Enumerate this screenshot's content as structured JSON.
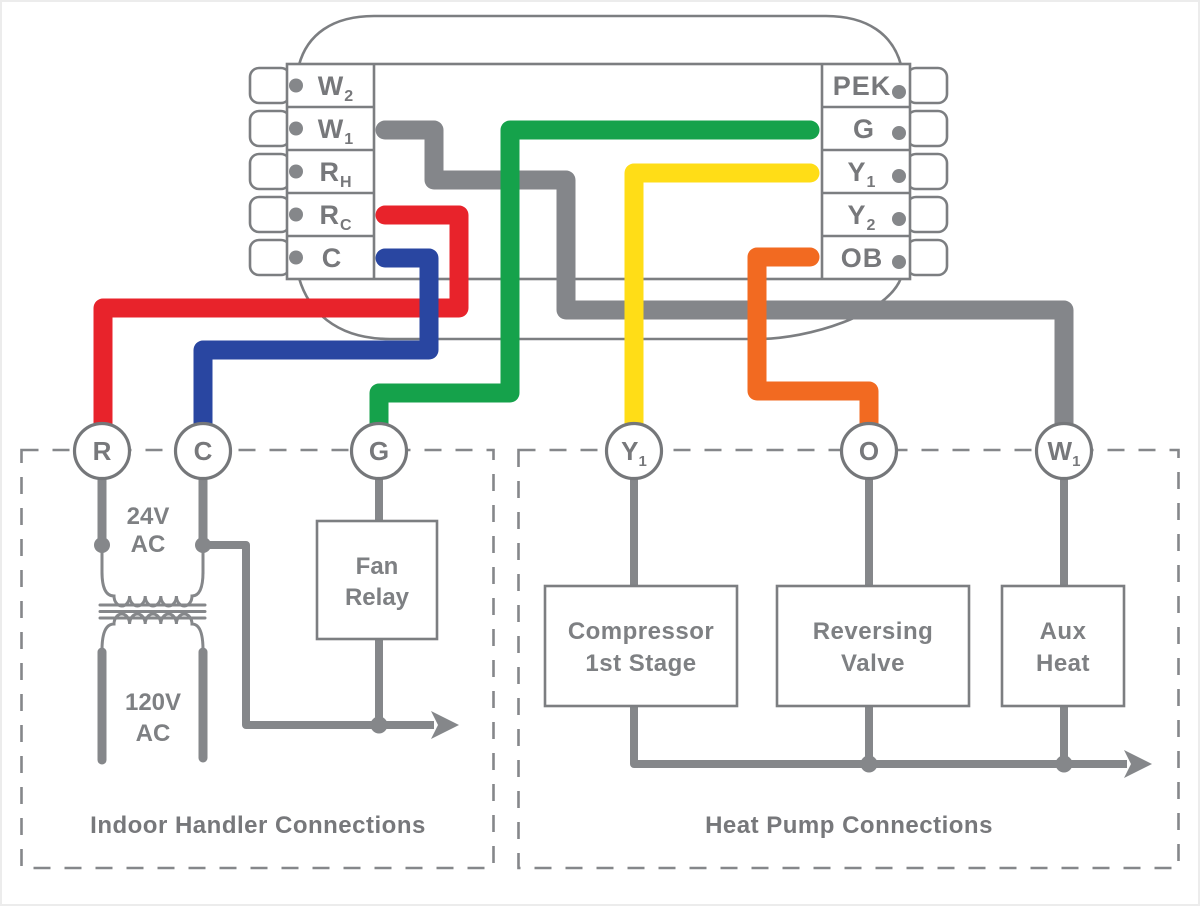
{
  "colors": {
    "red": "#e8232b",
    "blue": "#2946a1",
    "green": "#15a24b",
    "yellow": "#ffdd17",
    "orange": "#f26a21",
    "wire_gray": "#84868a",
    "outline_gray": "#7c7e81",
    "text_gray": "#77787b"
  },
  "thermostat": {
    "left_terminals": [
      {
        "main": "W",
        "sub": "2"
      },
      {
        "main": "W",
        "sub": "1"
      },
      {
        "main": "R",
        "sub": "H"
      },
      {
        "main": "R",
        "sub": "C"
      },
      {
        "main": "C",
        "sub": ""
      }
    ],
    "right_terminals": [
      {
        "main": "PEK",
        "sub": ""
      },
      {
        "main": "G",
        "sub": ""
      },
      {
        "main": "Y",
        "sub": "1"
      },
      {
        "main": "Y",
        "sub": "2"
      },
      {
        "main": "OB",
        "sub": ""
      }
    ]
  },
  "wires": [
    {
      "name": "red-wire",
      "color": "#e8232b",
      "from": "RC",
      "to": "R"
    },
    {
      "name": "blue-wire",
      "color": "#2946a1",
      "from": "C",
      "to": "C"
    },
    {
      "name": "gray-wire",
      "color": "#84868a",
      "from": "W1",
      "to": "W1"
    },
    {
      "name": "green-wire",
      "color": "#15a24b",
      "from": "G",
      "to": "G"
    },
    {
      "name": "yellow-wire",
      "color": "#ffdd17",
      "from": "Y1",
      "to": "Y1"
    },
    {
      "name": "orange-wire",
      "color": "#f26a21",
      "from": "OB",
      "to": "O"
    }
  ],
  "indoor": {
    "title": "Indoor Handler Connections",
    "terminals": [
      {
        "main": "R",
        "sub": ""
      },
      {
        "main": "C",
        "sub": ""
      },
      {
        "main": "G",
        "sub": ""
      }
    ],
    "transformer": {
      "primary_label": [
        "24V",
        "AC"
      ],
      "secondary_label": [
        "120V",
        "AC"
      ]
    },
    "fan_relay": [
      "Fan",
      "Relay"
    ]
  },
  "heat_pump": {
    "title": "Heat Pump Connections",
    "terminals": [
      {
        "main": "Y",
        "sub": "1"
      },
      {
        "main": "O",
        "sub": ""
      },
      {
        "main": "W",
        "sub": "1"
      }
    ],
    "components": [
      [
        "Compressor",
        "1st Stage"
      ],
      [
        "Reversing",
        "Valve"
      ],
      [
        "Aux",
        "Heat"
      ]
    ]
  }
}
